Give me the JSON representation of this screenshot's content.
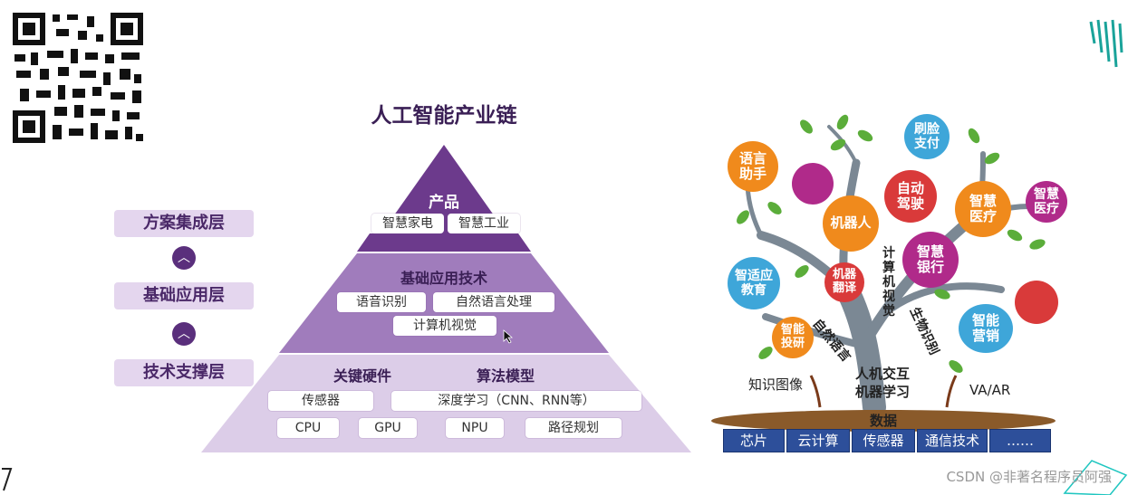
{
  "title": "人工智能产业链",
  "layers": [
    "方案集成层",
    "基础应用层",
    "技术支撑层"
  ],
  "pyramid": {
    "top": {
      "label": "产品",
      "items": [
        "智慧家电",
        "智慧工业"
      ]
    },
    "middle": {
      "label": "基础应用技术",
      "items": [
        "语音识别",
        "自然语言处理",
        "计算机视觉"
      ]
    },
    "bottom": {
      "label_left": "关键硬件",
      "label_right": "算法模型",
      "row1": [
        "传感器",
        "深度学习（CNN、RNN等）"
      ],
      "row2": [
        "CPU",
        "GPU",
        "NPU",
        "路径规划"
      ]
    }
  },
  "tree": {
    "circles": [
      {
        "text": "语言\n助手",
        "color": "#f08a1c"
      },
      {
        "text": "",
        "color": "#b02a8a"
      },
      {
        "text": "刷脸\n支付",
        "color": "#3ea6d9"
      },
      {
        "text": "自动\n驾驶",
        "color": "#d93a3a"
      },
      {
        "text": "智慧\n医疗",
        "color": "#f08a1c"
      },
      {
        "text": "智慧\n医疗",
        "color": "#b02a8a"
      },
      {
        "text": "机器人",
        "color": "#f08a1c"
      },
      {
        "text": "智慧\n银行",
        "color": "#b02a8a"
      },
      {
        "text": "智适应\n教育",
        "color": "#3ea6d9"
      },
      {
        "text": "机器\n翻译",
        "color": "#d93a3a"
      },
      {
        "text": "智能\n投研",
        "color": "#f08a1c"
      },
      {
        "text": "智能\n营销",
        "color": "#3ea6d9"
      },
      {
        "text": "",
        "color": "#d93a3a"
      }
    ],
    "trunk_labels": [
      "计算机视觉",
      "自然语言",
      "生物识别"
    ],
    "center_text": [
      "人机交互",
      "机器学习"
    ],
    "left_label": "知识图像",
    "right_label": "VA/AR",
    "soil_label": "数据",
    "ground": [
      "芯片",
      "云计算",
      "传感器",
      "通信技术",
      "……"
    ]
  },
  "watermark": "CSDN @非著名程序员阿强",
  "colors": {
    "pyramid_top": "#6c3a8c",
    "pyramid_mid": "#9b74b6",
    "pyramid_low": "#d8c8e4",
    "ground_blue": "#2d4f9a",
    "trunk": "#7b8894"
  }
}
